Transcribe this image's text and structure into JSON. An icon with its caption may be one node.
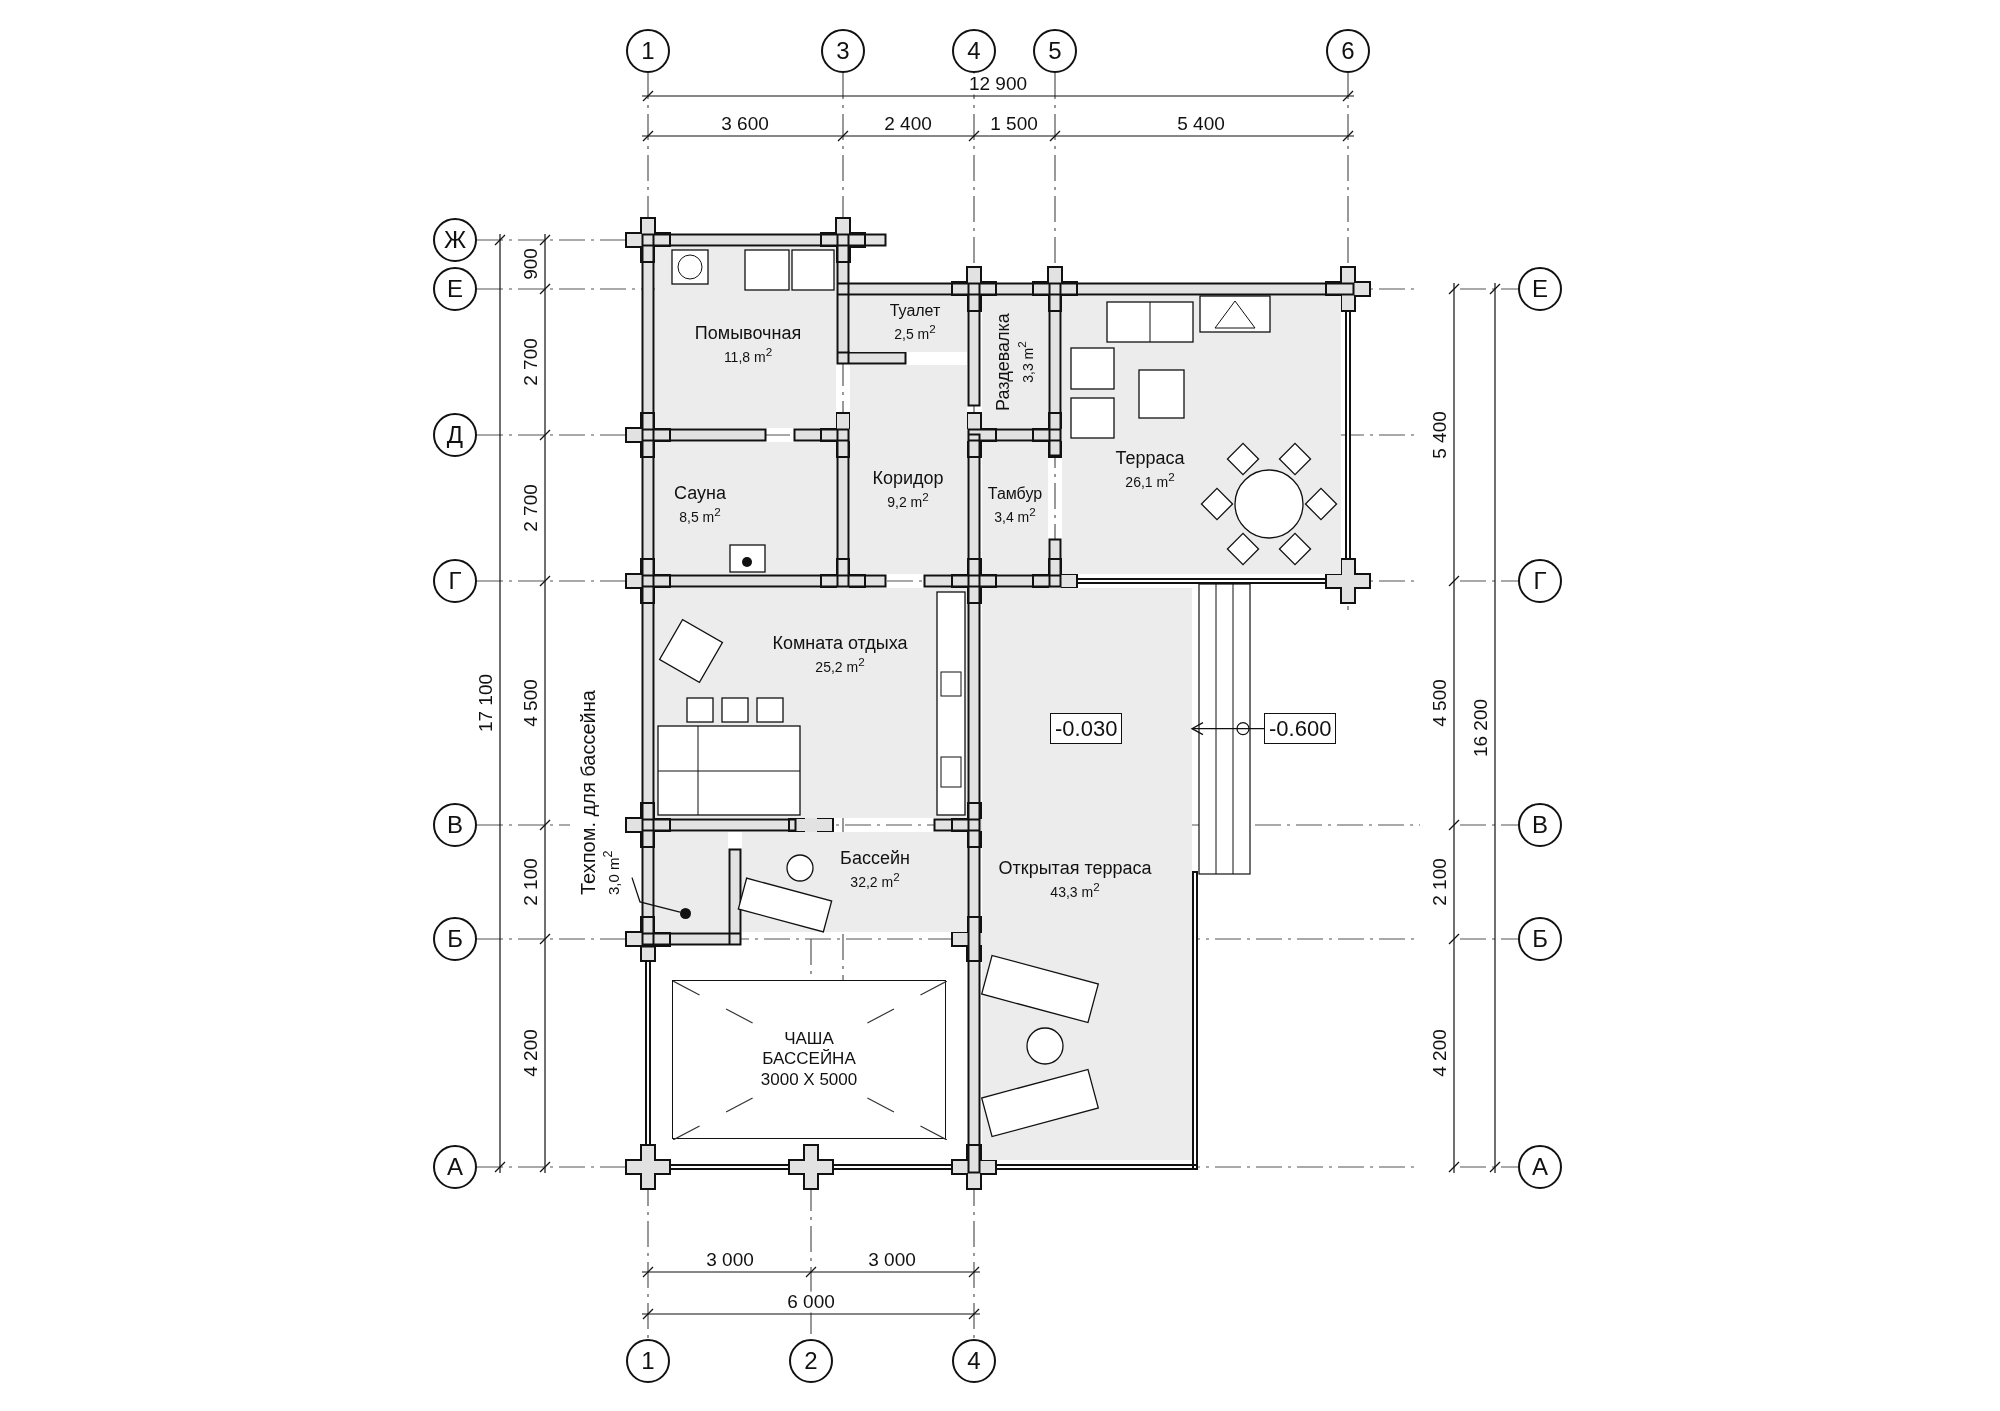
{
  "diagram": {
    "nodes": [
      {
        "text": [
          "1"
        ]
      },
      {
        "text": [
          "3"
        ]
      },
      {
        "text": [
          "4"
        ]
      },
      {
        "text": [
          "5"
        ]
      },
      {
        "text": [
          "6"
        ]
      },
      {
        "text": [
          "Ж"
        ]
      },
      {
        "text": [
          "Е"
        ]
      },
      {
        "text": [
          "Д"
        ]
      },
      {
        "text": [
          "Г"
        ]
      },
      {
        "text": [
          "В"
        ]
      },
      {
        "text": [
          "Б"
        ]
      },
      {
        "text": [
          "А"
        ]
      },
      {
        "text": [
          "Е"
        ]
      },
      {
        "text": [
          "Г"
        ]
      },
      {
        "text": [
          "В"
        ]
      },
      {
        "text": [
          "Б"
        ]
      },
      {
        "text": [
          "А"
        ]
      },
      {
        "text": [
          "Помывочная",
          "11,8 m$^{2}$"
        ]
      },
      {
        "text": [
          "Туалет",
          "2,5 m$^{2}$"
        ]
      },
      {
        "text": [
          "Раздевалка",
          "3,3 m$^{2}$"
        ]
      },
      {
        "text": [
          "Сауна",
          "8,5 m$^{2}$"
        ]
      },
      {
        "text": [
          "Коридор",
          "9,2 m$^{2}$"
        ]
      },
      {
        "text": [
          "Тамбур",
          "3,4 m$^{2}$"
        ]
      },
      {
        "text": [
          "Терраса",
          "26,1 m$^{2}$"
        ]
      },
      {
        "text": [
          "Комната отдыха",
          "25,2 m$^{2}$"
        ]
      },
      {
        "text": [
          "Техпом. для бассейна",
          "3,0 m$^{2}$"
        ]
      },
      {
        "text": [],
        "shape": "circle"
      },
      {
        "text": [
          "Бассейн",
          "32,2 m$^{2}$"
        ]
      },
      {
        "text": [
          "Открытая терраса",
          "43,3 m$^{2}$"
        ]
      },
      {
        "text": [
          "-0.030"
        ],
        "in": 28
      },
      {
        "text": [
          "-0.600"
        ]
      },
      {
        "text": [
          "ЧАША БАССЕЙНА",
          "3000 X 5000"
        ]
      },
      {
        "text": [
          "1"
        ]
      },
      {
        "text": [
          "2"
        ]
      },
      {
        "text": [
          "4"
        ]
      }
    ],
    "edges": [
      {
        "from": 25,
        "to": 26,
        "arrow": "none"
      },
      {
        "from": 30,
        "to": 28,
        "arrow": "to"
      }
    ],
    "labels": [
      "12 900",
      "3 600",
      "2 400",
      "1 500",
      "5 400",
      "17 100",
      "900",
      "2 700",
      "2 700",
      "4 500",
      "2 100",
      "4 200",
      "16 200",
      "5 400",
      "4 500",
      "2 100",
      "4 200",
      "3 000",
      "3 000",
      "6 000"
    ]
  }
}
